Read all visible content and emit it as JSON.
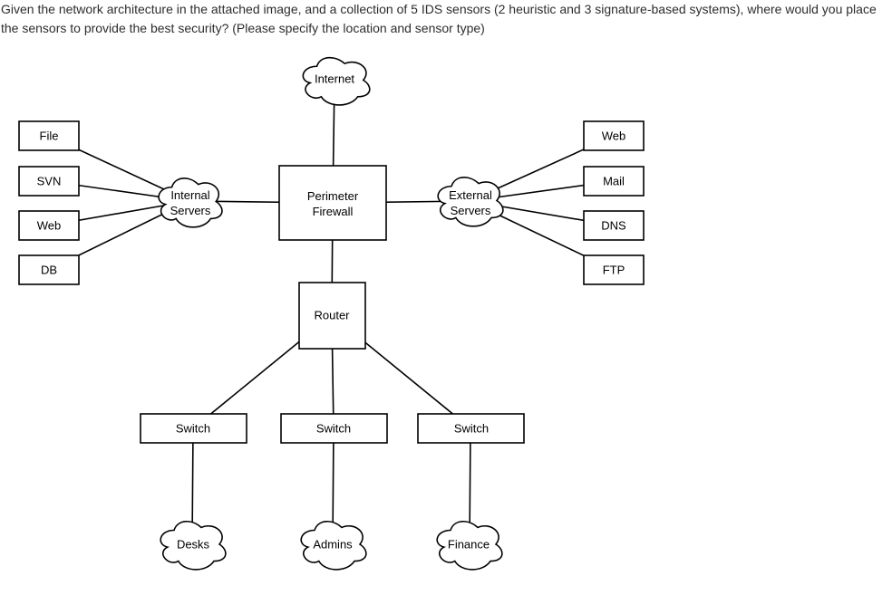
{
  "question": {
    "text": "Given the network architecture in the attached image, and a collection of 5 IDS sensors (2 heuristic and 3 signature-based systems), where would you place the sensors to provide the best security? (Please specify the location and sensor type)"
  },
  "diagram": {
    "nodes": {
      "internet": {
        "label": "Internet",
        "shape": "cloud"
      },
      "perimeter_firewall": {
        "label": "Perimeter Firewall",
        "shape": "box"
      },
      "internal_servers": {
        "label": "Internal Servers",
        "shape": "cloud"
      },
      "external_servers": {
        "label": "External Servers",
        "shape": "cloud"
      },
      "file": {
        "label": "File",
        "shape": "box"
      },
      "svn": {
        "label": "SVN",
        "shape": "box"
      },
      "web_internal": {
        "label": "Web",
        "shape": "box"
      },
      "db": {
        "label": "DB",
        "shape": "box"
      },
      "web_external": {
        "label": "Web",
        "shape": "box"
      },
      "mail": {
        "label": "Mail",
        "shape": "box"
      },
      "dns": {
        "label": "DNS",
        "shape": "box"
      },
      "ftp": {
        "label": "FTP",
        "shape": "box"
      },
      "router": {
        "label": "Router",
        "shape": "box"
      },
      "switch_left": {
        "label": "Switch",
        "shape": "box"
      },
      "switch_middle": {
        "label": "Switch",
        "shape": "box"
      },
      "switch_right": {
        "label": "Switch",
        "shape": "box"
      },
      "desks": {
        "label": "Desks",
        "shape": "cloud"
      },
      "admins": {
        "label": "Admins",
        "shape": "cloud"
      },
      "finance": {
        "label": "Finance",
        "shape": "cloud"
      }
    },
    "connections": [
      [
        "internet",
        "perimeter_firewall"
      ],
      [
        "internal_servers",
        "perimeter_firewall"
      ],
      [
        "perimeter_firewall",
        "external_servers"
      ],
      [
        "perimeter_firewall",
        "router"
      ],
      [
        "file",
        "internal_servers"
      ],
      [
        "svn",
        "internal_servers"
      ],
      [
        "web_internal",
        "internal_servers"
      ],
      [
        "db",
        "internal_servers"
      ],
      [
        "web_external",
        "external_servers"
      ],
      [
        "mail",
        "external_servers"
      ],
      [
        "dns",
        "external_servers"
      ],
      [
        "ftp",
        "external_servers"
      ],
      [
        "router",
        "switch_left"
      ],
      [
        "router",
        "switch_middle"
      ],
      [
        "router",
        "switch_right"
      ],
      [
        "switch_left",
        "desks"
      ],
      [
        "switch_middle",
        "admins"
      ],
      [
        "switch_right",
        "finance"
      ]
    ],
    "colors": {
      "stroke": "#000000",
      "fill": "#ffffff",
      "text": "#000000"
    }
  }
}
